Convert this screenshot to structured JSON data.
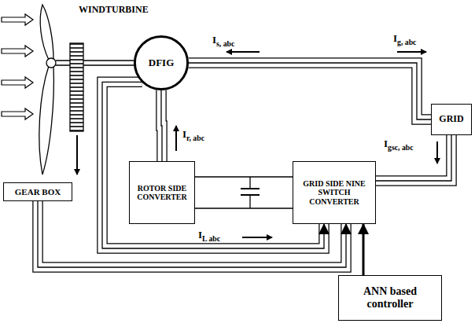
{
  "diagram": {
    "nodes": [
      {
        "text": [
          "DFIG"
        ]
      },
      {
        "text": [
          "GRID"
        ]
      },
      {
        "text": [
          "GEAR BOX"
        ]
      },
      {
        "text": [
          "ROTOR SIDE CONVERTER"
        ]
      },
      {
        "text": [
          "GRID SIDE NINE SWITCH CONVERTER"
        ]
      },
      {
        "text": [
          "ANN based controller"
        ]
      }
    ],
    "edges": [
      {
        "from": 0,
        "to": 1,
        "arrow": "none"
      },
      {
        "from": 3,
        "to": 0,
        "arrow": "none"
      },
      {
        "from": 3,
        "to": 4,
        "arrow": "none"
      },
      {
        "from": 4,
        "to": 1,
        "arrow": "none"
      },
      {
        "from": 0,
        "to": 4,
        "arrow": "to"
      },
      {
        "from": 2,
        "to": 4,
        "arrow": "to"
      },
      {
        "from": 5,
        "to": 4,
        "arrow": "to"
      }
    ],
    "labels": [
      "WINDTURBINE",
      "Is, abc",
      "Ig, abc",
      "Ir, abc",
      "Igsc, abc",
      "IL abc"
    ]
  }
}
